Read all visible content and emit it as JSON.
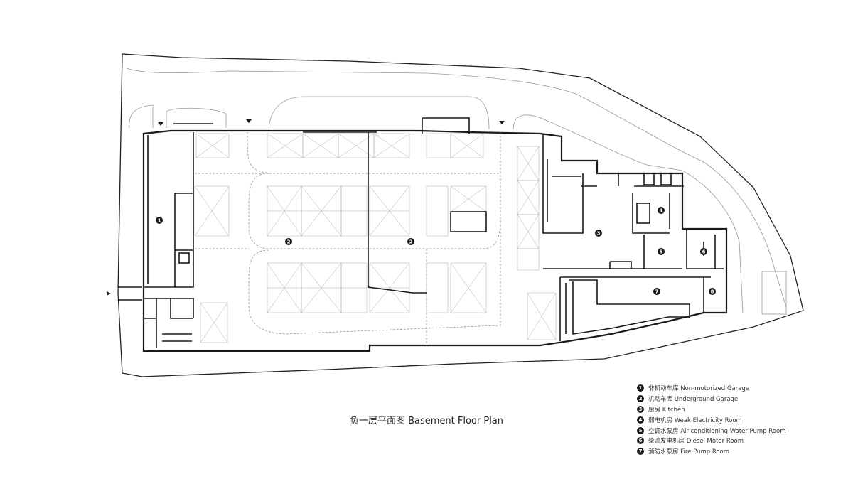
{
  "caption": "负一层平面图 Basement Floor Plan",
  "legend": [
    {
      "num": "1",
      "label": "非机动车库 Non-motorized Garage"
    },
    {
      "num": "2",
      "label": "机动车库 Underground Garage"
    },
    {
      "num": "3",
      "label": "厨房 Kitchen"
    },
    {
      "num": "4",
      "label": "弱电机房 Weak Electricity Room"
    },
    {
      "num": "5",
      "label": "空调水泵房 Air conditioning Water Pump Room"
    },
    {
      "num": "6",
      "label": "柴油发电机房 Diesel Motor Room"
    },
    {
      "num": "7",
      "label": "消防水泵房 Fire Pump Room"
    }
  ],
  "room_markers": [
    "1",
    "2",
    "2",
    "3",
    "4",
    "5",
    "6",
    "7",
    "8"
  ]
}
